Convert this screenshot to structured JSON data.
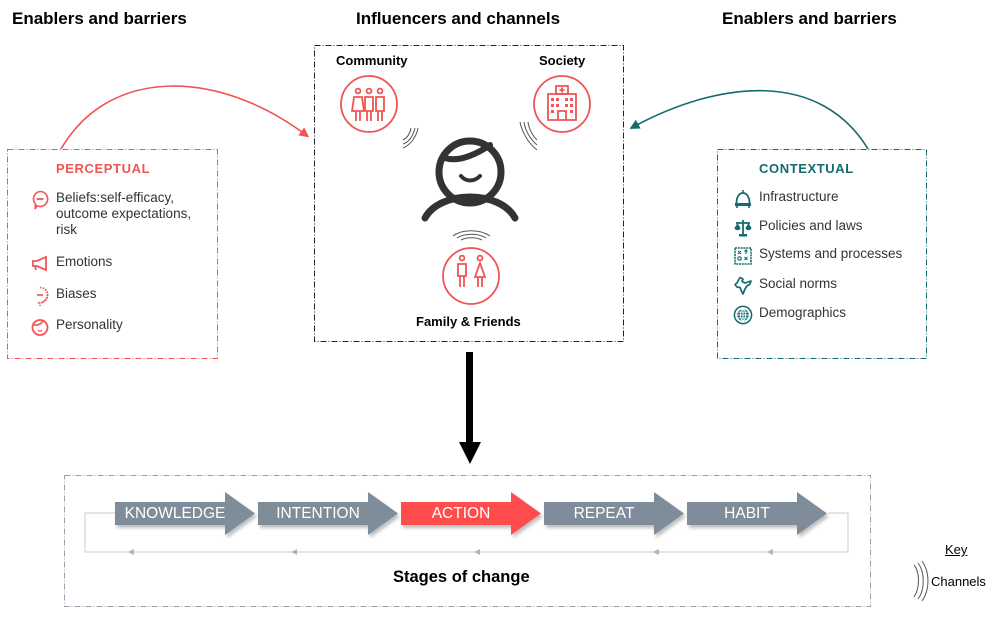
{
  "titles": {
    "left": "Enablers and barriers",
    "center": "Influencers and channels",
    "right": "Enablers and barriers"
  },
  "colors": {
    "perceptual": "#f05454",
    "contextual": "#136b6e",
    "stage_gray": "#7f8c99",
    "stage_active": "#ff4d4d",
    "text": "#333333"
  },
  "perceptual": {
    "title": "PERCEPTUAL",
    "items": [
      {
        "icon": "speech-bubble-minus-icon",
        "label": "Beliefs:self-efficacy, outcome expectations, risk"
      },
      {
        "icon": "megaphone-icon",
        "label": "Emotions"
      },
      {
        "icon": "dotted-bubble-icon",
        "label": "Biases"
      },
      {
        "icon": "face-icon",
        "label": "Personality"
      }
    ]
  },
  "contextual": {
    "title": "CONTEXTUAL",
    "items": [
      {
        "icon": "dome-building-icon",
        "label": "Infrastructure"
      },
      {
        "icon": "scales-icon",
        "label": "Policies and laws"
      },
      {
        "icon": "strategy-board-icon",
        "label": "Systems and processes"
      },
      {
        "icon": "india-map-icon",
        "label": "Social norms"
      },
      {
        "icon": "globe-icon",
        "label": "Demographics"
      }
    ]
  },
  "influencers": {
    "community": "Community",
    "society": "Society",
    "family": "Family & Friends"
  },
  "stages": {
    "title": "Stages of change",
    "items": [
      {
        "label": "KNOWLEDGE",
        "active": false
      },
      {
        "label": "INTENTION",
        "active": false
      },
      {
        "label": "ACTION",
        "active": true
      },
      {
        "label": "REPEAT",
        "active": false
      },
      {
        "label": "HABIT",
        "active": false
      }
    ]
  },
  "key": {
    "title": "Key",
    "channels": "Channels"
  }
}
